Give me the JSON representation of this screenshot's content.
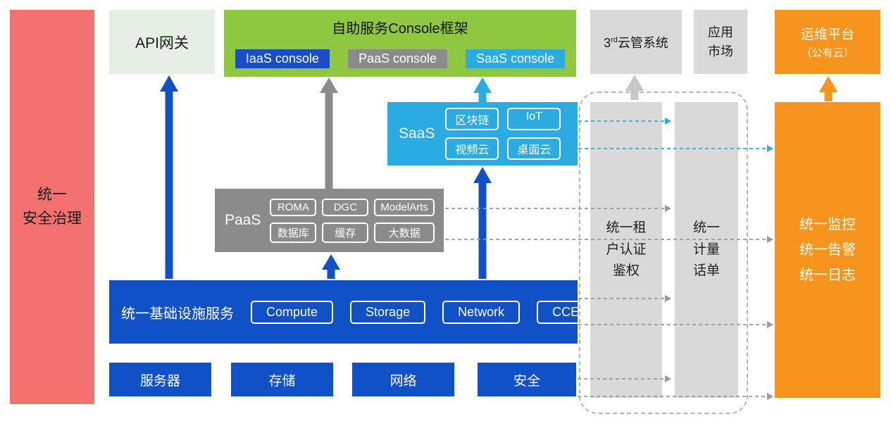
{
  "colors": {
    "red": "#f5716f",
    "light_green": "#e4f1e2",
    "green": "#8fc741",
    "blue": "#1151c7",
    "dark_blue_btn": "#1a4ec6",
    "gray": "#8b8b8b",
    "light_gray": "#d9d9d9",
    "cyan": "#2aace3",
    "orange": "#f7941e"
  },
  "security_bar": {
    "line1": "统一",
    "line2": "安全治理"
  },
  "api_gateway": {
    "label": "API网关"
  },
  "console": {
    "title": "自助服务Console框架",
    "iaas": "IaaS console",
    "paas": "PaaS console",
    "saas": "SaaS console"
  },
  "third_cmp": {
    "num": "3",
    "sup": "rd",
    "rest": "云管系统"
  },
  "app_market": {
    "line1": "应用",
    "line2": "市场"
  },
  "om_platform": {
    "line1": "运维平台",
    "line2": "（公有云）"
  },
  "saas": {
    "label": "SaaS",
    "items": [
      "区块链",
      "IoT",
      "视频云",
      "桌面云"
    ]
  },
  "paas": {
    "label": "PaaS",
    "items": [
      "ROMA",
      "DGC",
      "ModelArts",
      "数据库",
      "缓存",
      "大数据"
    ]
  },
  "infra": {
    "label": "统一基础设施服务",
    "items": [
      "Compute",
      "Storage",
      "Network",
      "CCE"
    ]
  },
  "bottom": {
    "items": [
      "服务器",
      "存储",
      "网络",
      "安全"
    ]
  },
  "auth": {
    "line1": "统一租",
    "line2": "户认证",
    "line3": "鉴权"
  },
  "metering": {
    "line1": "统一",
    "line2": "计量",
    "line3": "话单"
  },
  "monitoring": {
    "line1": "统一监控",
    "line2": "统一告警",
    "line3": "统一日志"
  }
}
